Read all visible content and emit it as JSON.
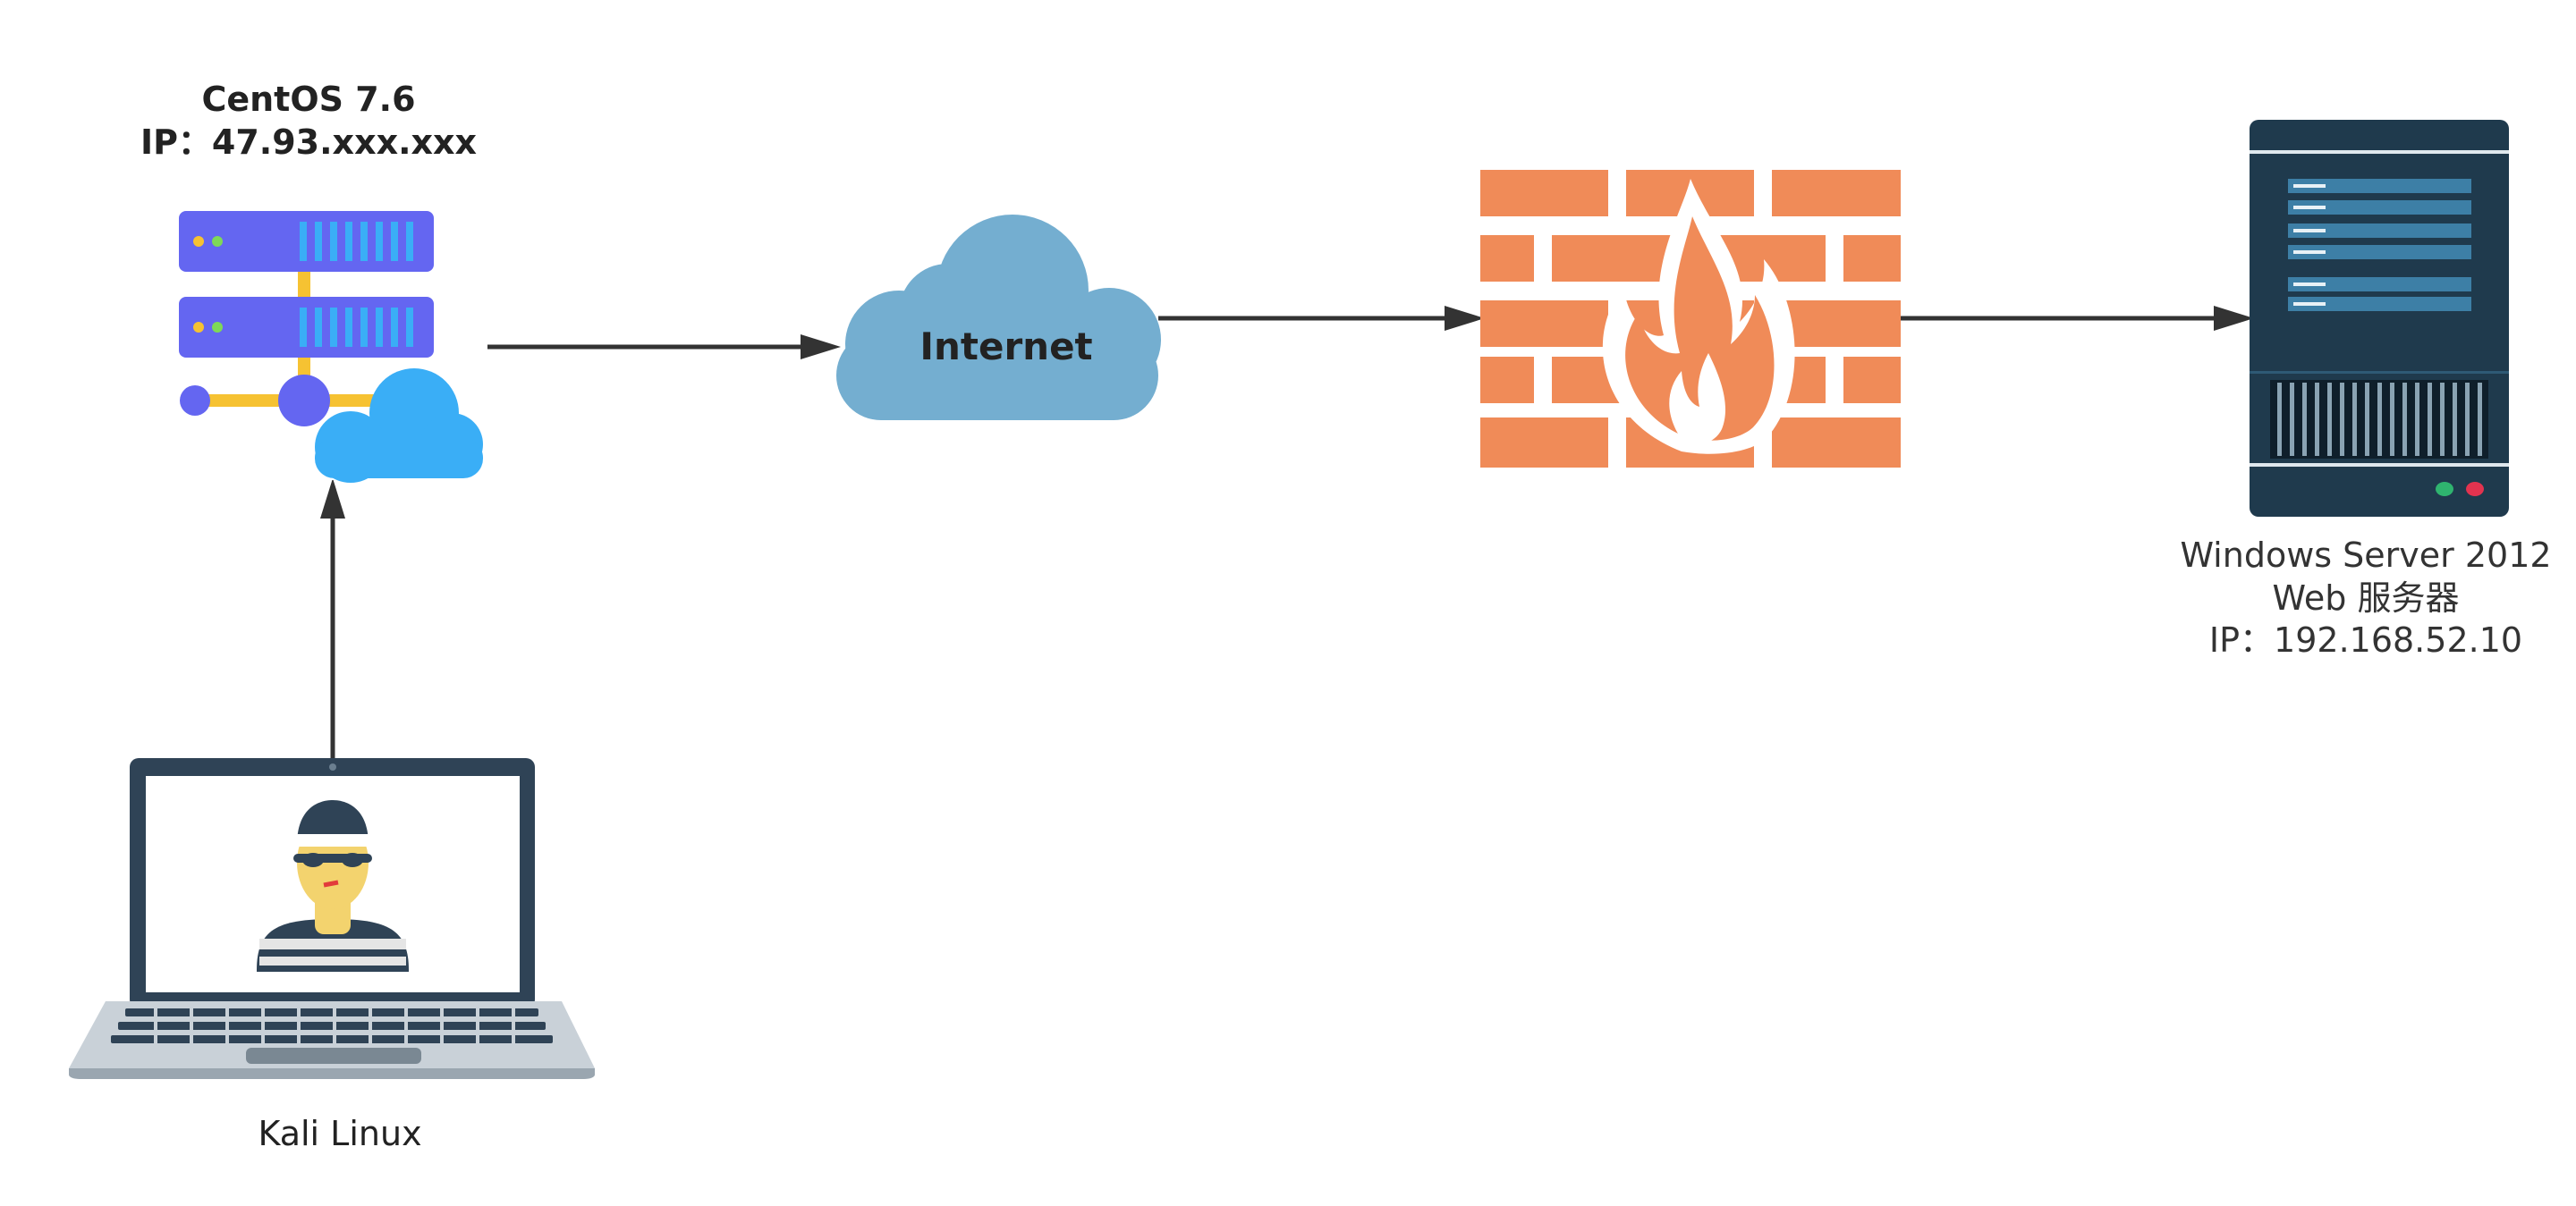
{
  "nodes": {
    "centos": {
      "title": "CentOS 7.6",
      "ip": "IP：47.93.xxx.xxx",
      "icon": "server-cloud-icon"
    },
    "internet": {
      "label": "Internet",
      "icon": "cloud-icon"
    },
    "firewall": {
      "icon": "firewall-icon"
    },
    "windows": {
      "title": "Windows Server 2012",
      "role": "Web 服务器",
      "ip": "IP：192.168.52.10",
      "icon": "server-tower-icon"
    },
    "kali": {
      "label": "Kali Linux",
      "icon": "hacker-laptop-icon"
    }
  },
  "edges": [
    {
      "from": "kali",
      "to": "centos"
    },
    {
      "from": "centos",
      "to": "internet"
    },
    {
      "from": "internet",
      "to": "firewall"
    },
    {
      "from": "firewall",
      "to": "windows"
    }
  ],
  "colors": {
    "server_purple": "#6466f1",
    "cloud_blue": "#3aaef6",
    "internet_cloud": "#74aed0",
    "firewall_orange": "#f08b58",
    "tower_dark": "#1f3a4d",
    "arrow": "#333333"
  }
}
